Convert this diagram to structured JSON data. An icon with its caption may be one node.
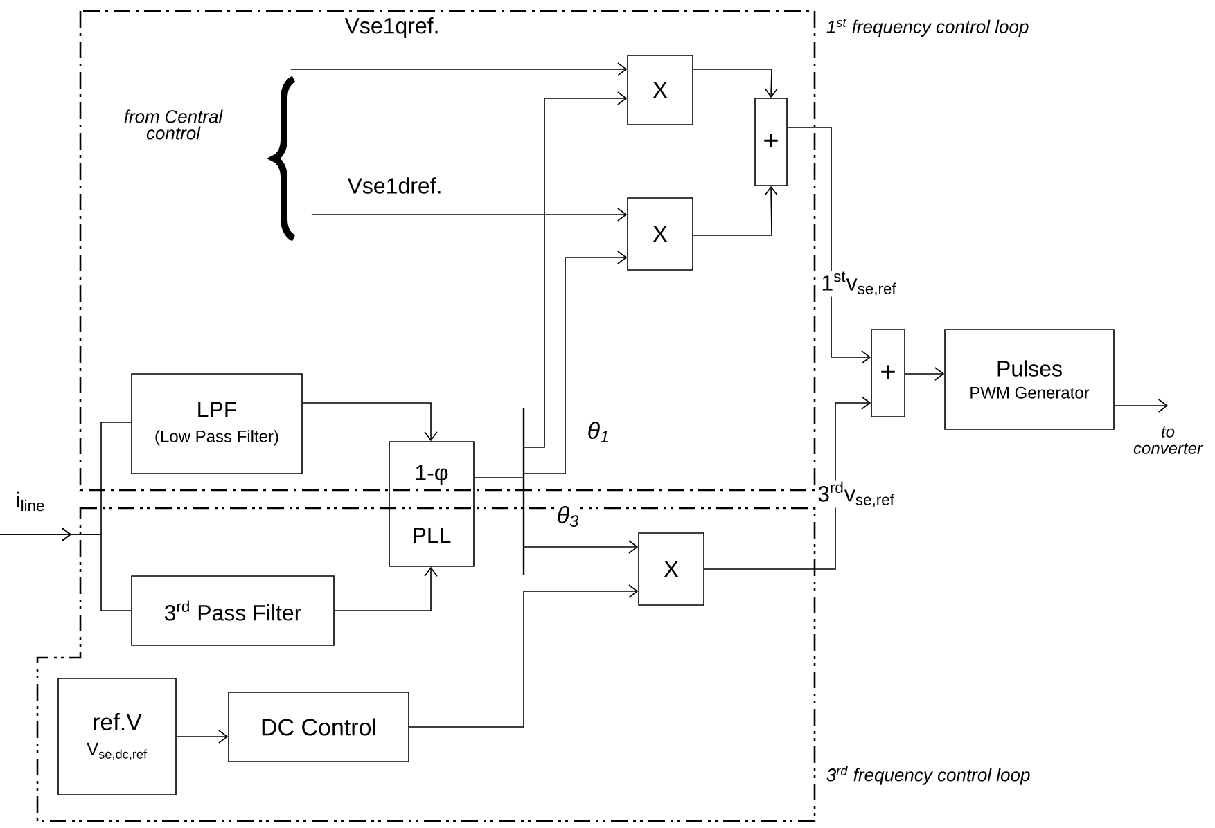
{
  "diagram": {
    "nodes": [
      {
        "text": [
          "1$^{st}$ frequency control loop"
        ]
      },
      {
        "text": [
          "X"
        ],
        "in": 0
      },
      {
        "text": [
          "X"
        ],
        "in": 0
      },
      {
        "text": [
          "+"
        ],
        "in": 0
      },
      {
        "text": [
          "LPF",
          "(Low Pass Filter)"
        ],
        "in": 0
      },
      {
        "text": [
          "1-φ",
          "PLL"
        ]
      },
      {
        "text": [
          "3$^{rd}$ frequency control loop"
        ]
      },
      {
        "text": [
          "3$^{rd}$ Pass Filter"
        ],
        "in": 6
      },
      {
        "text": [
          "X"
        ],
        "in": 6
      },
      {
        "text": [
          "ref.V",
          "V$_{se,dc,ref}$"
        ],
        "in": 6
      },
      {
        "text": [
          "DC Control"
        ],
        "in": 6
      },
      {
        "text": [
          "+"
        ]
      },
      {
        "text": [
          "Pulses",
          "PWM Generator"
        ]
      },
      {
        "text": [
          "i$_{line}$"
        ]
      },
      {
        "text": [
          "from Central control"
        ],
        "in": 0
      },
      {
        "text": [
          "to converter"
        ]
      },
      {
        "text": [],
        "shape": "bar"
      }
    ],
    "edges": [
      {
        "from": 14,
        "to": 1,
        "arrow": "to",
        "label": "Vse1qref."
      },
      {
        "from": 14,
        "to": 2,
        "arrow": "to",
        "label": "Vse1dref."
      },
      {
        "from": 16,
        "to": 1,
        "arrow": "to",
        "label": "θ$_{1}$"
      },
      {
        "from": 16,
        "to": 2,
        "arrow": "to"
      },
      {
        "from": 1,
        "to": 3,
        "arrow": "to"
      },
      {
        "from": 2,
        "to": 3,
        "arrow": "to"
      },
      {
        "from": 3,
        "to": 11,
        "arrow": "to",
        "label": "1$^{st}$v$_{se,ref}$"
      },
      {
        "from": 8,
        "to": 11,
        "arrow": "to",
        "label": "3$^{rd}$v$_{se,ref}$"
      },
      {
        "from": 11,
        "to": 12,
        "arrow": "to"
      },
      {
        "from": 12,
        "to": 15,
        "arrow": "to"
      },
      {
        "from": 4,
        "to": 5,
        "arrow": "to"
      },
      {
        "from": 7,
        "to": 5,
        "arrow": "to"
      },
      {
        "from": 13,
        "to": 4,
        "arrow": "to"
      },
      {
        "from": 13,
        "to": 7,
        "arrow": "to"
      },
      {
        "from": 5,
        "to": 16,
        "arrow": "none"
      },
      {
        "from": 16,
        "to": 8,
        "arrow": "to",
        "label": "θ$_{3}$"
      },
      {
        "from": 9,
        "to": 10,
        "arrow": "to"
      },
      {
        "from": 10,
        "to": 8,
        "arrow": "to"
      }
    ]
  }
}
